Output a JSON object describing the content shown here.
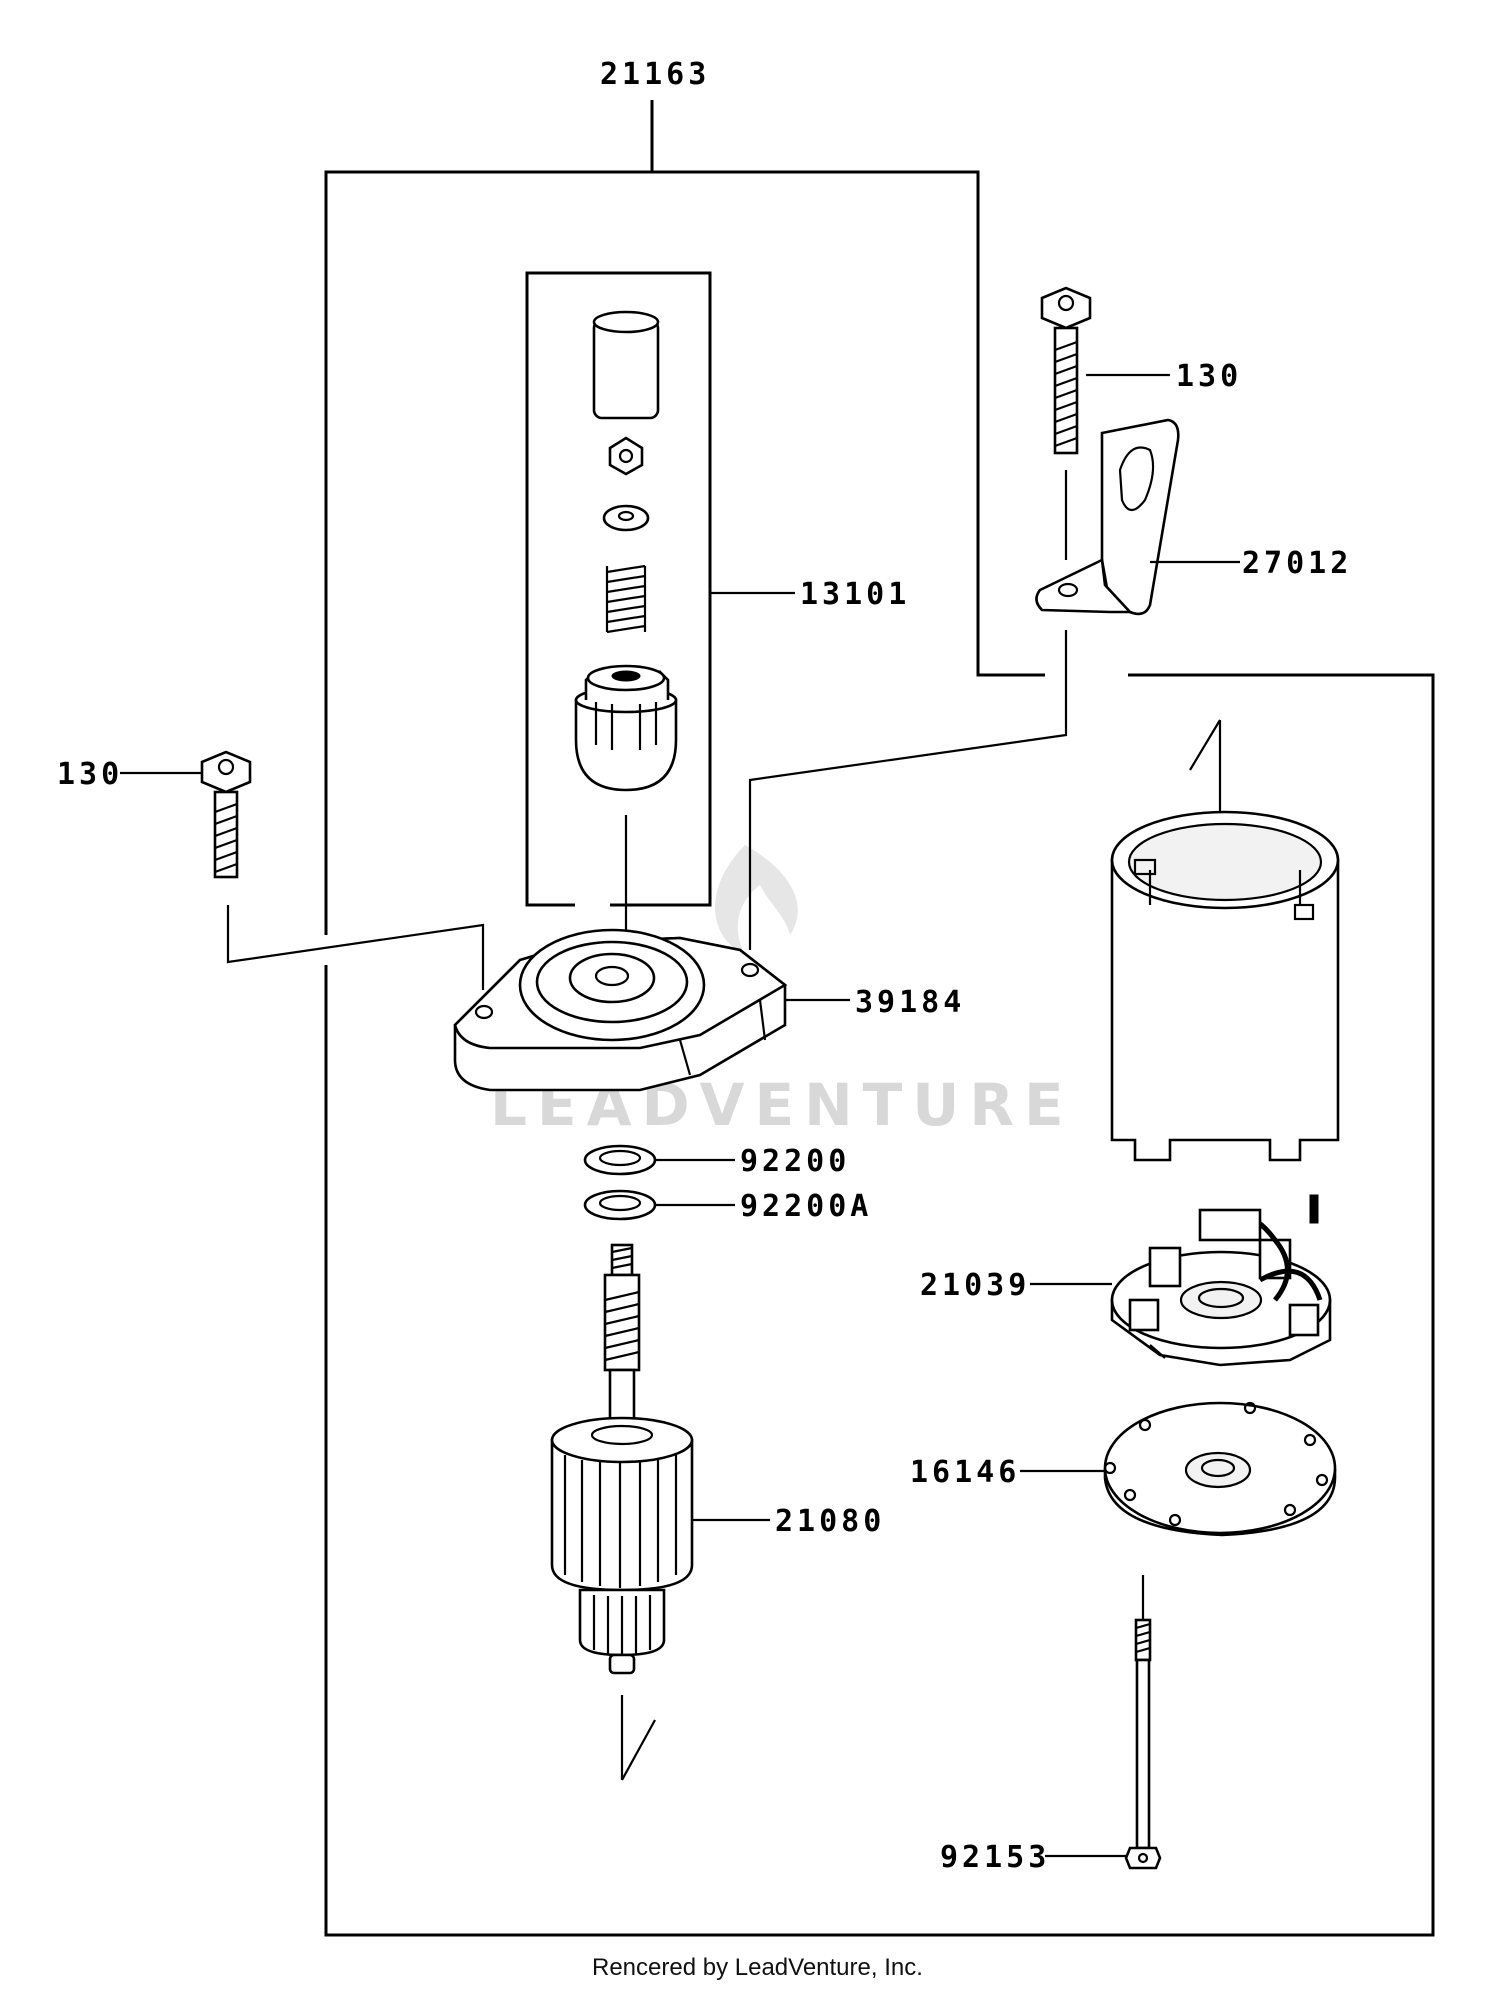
{
  "assembly_label": "21163",
  "parts": {
    "p130_right": "130",
    "p130_left": "130",
    "p13101": "13101",
    "p27012": "27012",
    "p39184": "39184",
    "p92200": "92200",
    "p92200A": "92200A",
    "p21039": "21039",
    "p16146": "16146",
    "p21080": "21080",
    "p92153": "92153"
  },
  "watermark": "LEADVENTURE",
  "footer": "Rencered by LeadVenture, Inc."
}
